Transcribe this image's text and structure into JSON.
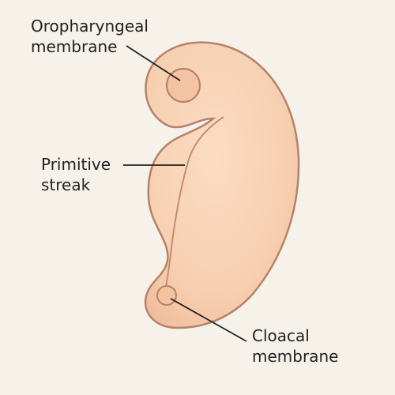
{
  "labels": {
    "oropharyngeal": {
      "line1": "Oropharyngeal",
      "line2": "membrane"
    },
    "primitive_streak": {
      "line1": "Primitive",
      "line2": "streak"
    },
    "cloacal": {
      "line1": "Cloacal",
      "line2": "membrane"
    }
  },
  "colors": {
    "background": "#f6f2ea",
    "embryo_fill": "#f7cfb0",
    "embryo_outline": "#b5826a",
    "leader_line": "#222222"
  }
}
